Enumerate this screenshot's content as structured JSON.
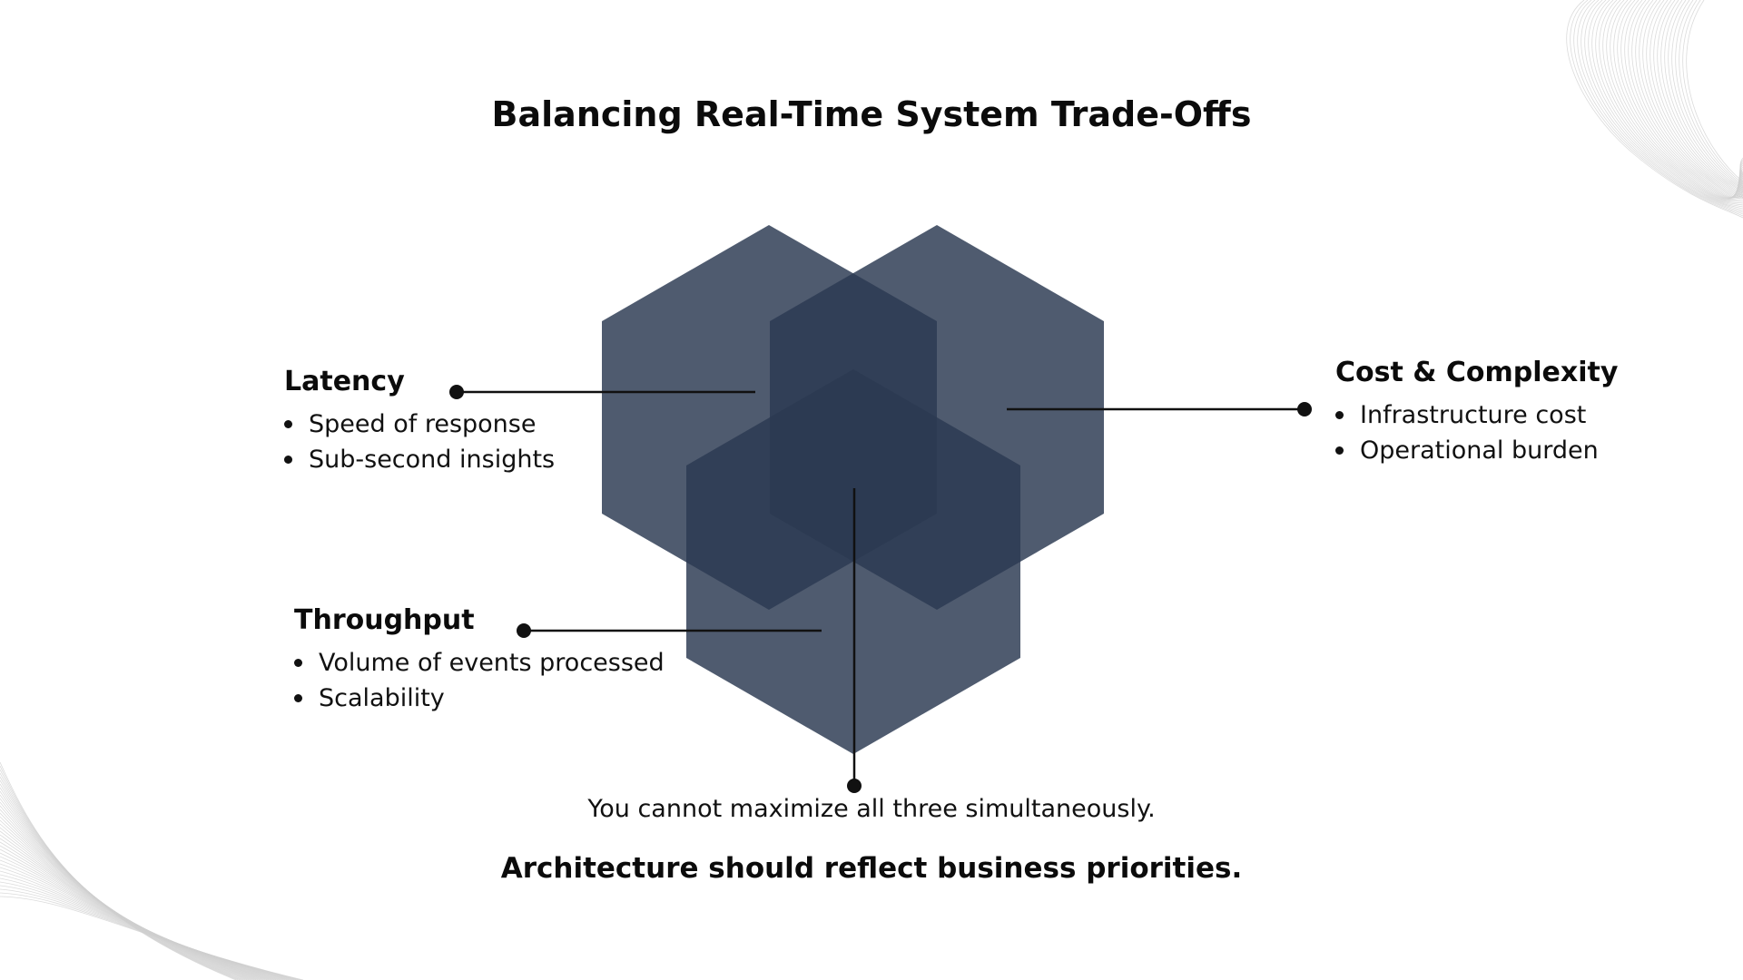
{
  "title": "Balancing Real-Time System Trade-Offs",
  "colors": {
    "hexagon": "#2b3a52",
    "connector": "#111111",
    "background": "#ffffff",
    "decor_lines": "#cfcfcf"
  },
  "factors": {
    "latency": {
      "title": "Latency",
      "points": [
        "Speed of response",
        "Sub-second insights"
      ]
    },
    "throughput": {
      "title": "Throughput",
      "points": [
        "Volume of events processed",
        "Scalability"
      ]
    },
    "cost": {
      "title": "Cost & Complexity",
      "points": [
        "Infrastructure cost",
        "Operational burden"
      ]
    }
  },
  "note": "You cannot maximize all three simultaneously.",
  "conclusion": "Architecture should reflect business priorities."
}
